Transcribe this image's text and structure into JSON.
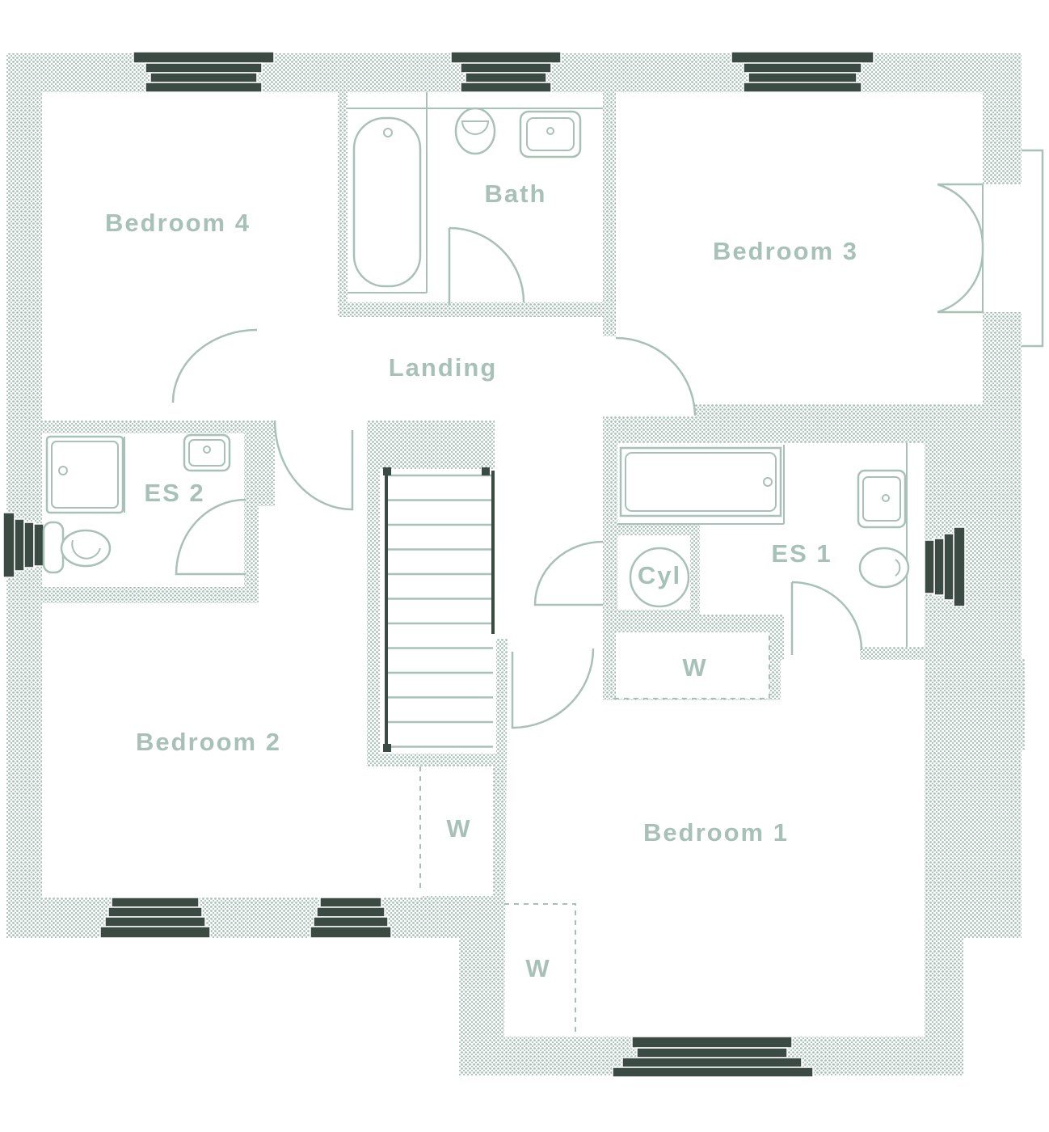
{
  "rooms": {
    "bedroom4": "Bedroom 4",
    "bath": "Bath",
    "bedroom3": "Bedroom 3",
    "landing": "Landing",
    "es2": "ES 2",
    "es1": "ES 1",
    "cyl": "Cyl",
    "wardrobe_es1": "W",
    "bedroom2": "Bedroom 2",
    "wardrobe_bed2": "W",
    "bedroom1": "Bedroom 1",
    "wardrobe_bed1": "W"
  },
  "colors": {
    "wall_dot": "#a8c1b6",
    "window": "#3c4a44",
    "text": "#a8c1b6"
  }
}
